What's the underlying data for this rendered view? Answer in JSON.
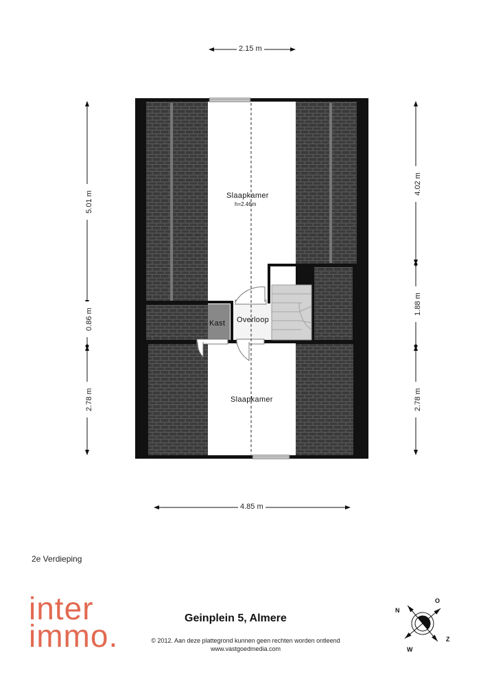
{
  "dimensions": {
    "top_width": "2.15 m",
    "bottom_width": "4.85 m",
    "left_total": "5.01 m",
    "left_middle": "0.86 m",
    "left_bottom": "2.78 m",
    "right_top": "4.02 m",
    "right_middle": "1.88 m",
    "right_bottom": "2.78 m"
  },
  "rooms": {
    "bedroom_top": {
      "name": "Slaapkamer",
      "height": "h=2.46m"
    },
    "closet": {
      "name": "Kast"
    },
    "landing": {
      "name": "Overloop"
    },
    "bedroom_bottom": {
      "name": "Slaapkamer"
    }
  },
  "floor_label": "2e Verdieping",
  "logo": {
    "line1": "inter",
    "line2": "immo."
  },
  "address": "Geinplein 5, Almere",
  "copyright": "© 2012. Aan deze plattegrond kunnen geen rechten worden ontleend",
  "website": "www.vastgoedmedia.com",
  "compass": {
    "n": "N",
    "o": "O",
    "z": "Z",
    "w": "W"
  },
  "colors": {
    "brand": "#e26a52",
    "roof": "#3d3d3d",
    "wall": "#111111",
    "stair": "#d2d2d2",
    "closet": "#888888"
  }
}
